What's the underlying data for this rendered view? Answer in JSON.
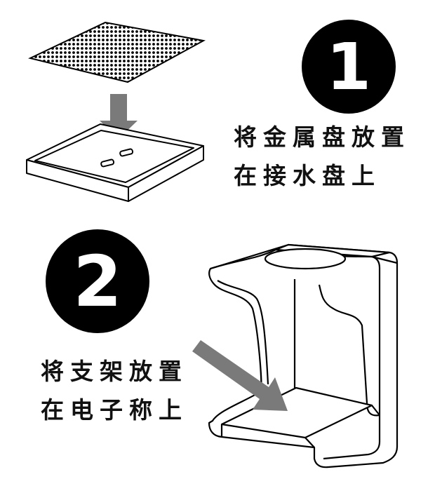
{
  "steps": [
    {
      "number": "1",
      "line1": "将金属盘放置",
      "line2": "在接水盘上"
    },
    {
      "number": "2",
      "line1": "将支架放置",
      "line2": "在电子称上"
    }
  ],
  "colors": {
    "ink": "#000000",
    "arrow": "#7a7a7a",
    "background": "#ffffff"
  }
}
